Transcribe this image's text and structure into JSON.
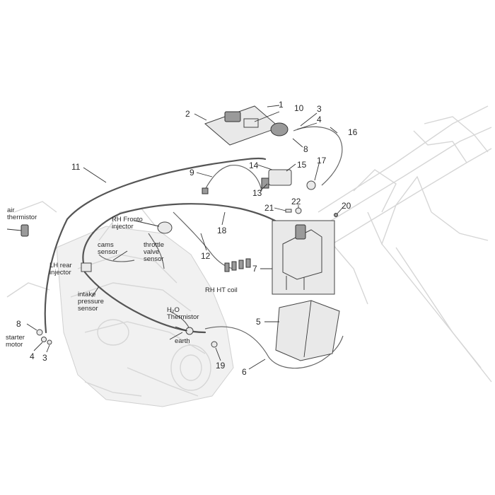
{
  "callouts": [
    {
      "id": "c1",
      "text": "1"
    },
    {
      "id": "c10",
      "text": "10"
    },
    {
      "id": "c2",
      "text": "2"
    },
    {
      "id": "c3a",
      "text": "3"
    },
    {
      "id": "c4a",
      "text": "4"
    },
    {
      "id": "c8a",
      "text": "8"
    },
    {
      "id": "c16",
      "text": "16"
    },
    {
      "id": "c11",
      "text": "11"
    },
    {
      "id": "c9",
      "text": "9"
    },
    {
      "id": "c14",
      "text": "14"
    },
    {
      "id": "c15",
      "text": "15"
    },
    {
      "id": "c17",
      "text": "17"
    },
    {
      "id": "c13",
      "text": "13"
    },
    {
      "id": "c21",
      "text": "21"
    },
    {
      "id": "c22",
      "text": "22"
    },
    {
      "id": "c20",
      "text": "20"
    },
    {
      "id": "c18",
      "text": "18"
    },
    {
      "id": "c12",
      "text": "12"
    },
    {
      "id": "c7",
      "text": "7"
    },
    {
      "id": "c5",
      "text": "5"
    },
    {
      "id": "c19",
      "text": "19"
    },
    {
      "id": "c6",
      "text": "6"
    },
    {
      "id": "c8b",
      "text": "8"
    },
    {
      "id": "c4b",
      "text": "4"
    },
    {
      "id": "c3b",
      "text": "3"
    }
  ],
  "labels": {
    "air_thermistor": [
      "air",
      "thermistor"
    ],
    "rh_front_injector": [
      "RH Fronto",
      "injector"
    ],
    "cams_sensor": [
      "cams",
      "sensor"
    ],
    "throttle_valve_sensor": [
      "throttle",
      "valve",
      "sensor"
    ],
    "lh_rear_injector": [
      "LH rear",
      "injector"
    ],
    "intake_pressure_sensor": [
      "intake",
      "pressure",
      "sensor"
    ],
    "rh_ht_coil": [
      "RH HT coil"
    ],
    "h2o_thermistor": [
      "H₂O",
      "Thermistor"
    ],
    "earth": [
      "earth"
    ],
    "starter_motor": [
      "starter",
      "motor"
    ]
  }
}
